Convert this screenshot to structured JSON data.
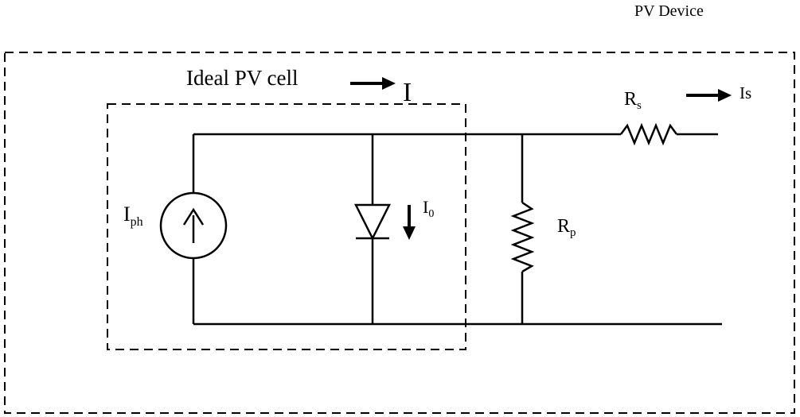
{
  "labels": {
    "device": "PV Device",
    "ideal_cell": "Ideal PV cell",
    "current_main": "I",
    "series_resistor": "R",
    "series_resistor_sub": "s",
    "output_current": "Is",
    "photo_current": "I",
    "photo_current_sub": "ph",
    "diode_current": "I",
    "diode_current_sub": "0",
    "parallel_resistor": "R",
    "parallel_resistor_sub": "p"
  },
  "colors": {
    "ink": "#000000",
    "background": "#ffffff"
  },
  "icons": {
    "source": "current-source-icon",
    "diode": "diode-icon",
    "resistor": "resistor-icon",
    "arrow": "arrow-icon"
  }
}
